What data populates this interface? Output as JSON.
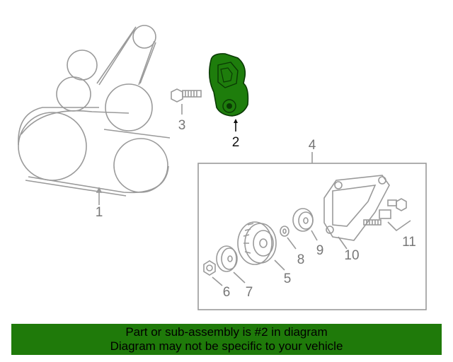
{
  "colors": {
    "line": "#9a9a9a",
    "highlight_fill": "#1e7d0c",
    "banner_bg": "#1f7a0a",
    "banner_text": "#000000"
  },
  "callouts": {
    "c1": "1",
    "c2": "2",
    "c3": "3",
    "c4": "4",
    "c5": "5",
    "c6": "6",
    "c7": "7",
    "c8": "8",
    "c9": "9",
    "c10": "10",
    "c11": "11"
  },
  "banner": {
    "line1": "Part or sub-assembly is #2 in diagram",
    "line2": "Diagram may not be specific to your vehicle"
  }
}
